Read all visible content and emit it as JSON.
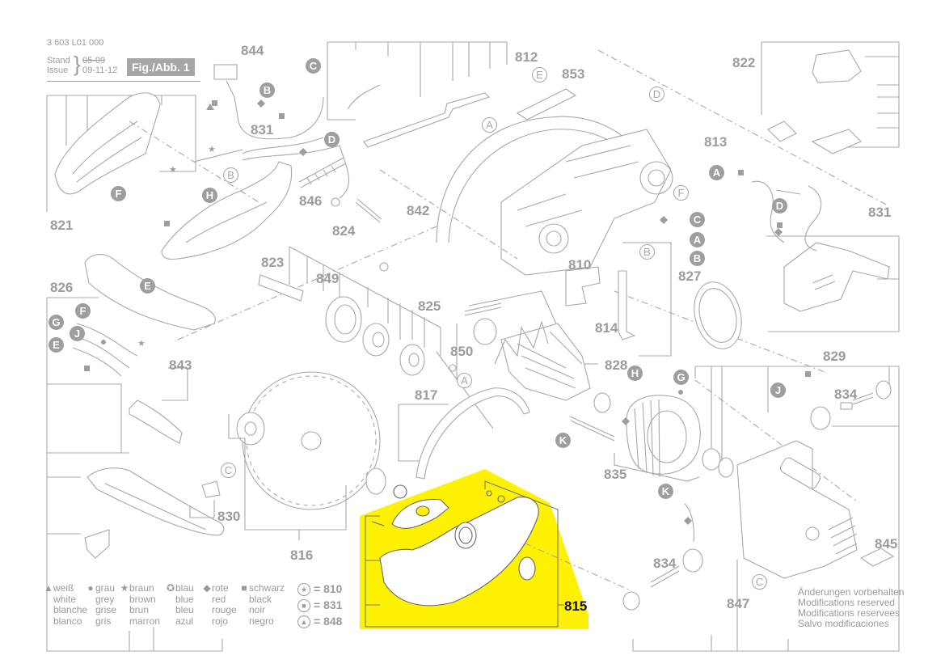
{
  "header": {
    "document_code": "3 603 L01 000",
    "stand_label": "Stand",
    "issue_label": "Issue",
    "stand_date_old": "05-09",
    "issue_date": "09-11-12",
    "figure_label": "Fig./Abb. 1"
  },
  "highlight": {
    "part_number": "815",
    "color": "#fff200"
  },
  "part_labels": [
    {
      "id": "844",
      "text": "844"
    },
    {
      "id": "812",
      "text": "812"
    },
    {
      "id": "853",
      "text": "853"
    },
    {
      "id": "822",
      "text": "822"
    },
    {
      "id": "831a",
      "text": "831"
    },
    {
      "id": "813",
      "text": "813"
    },
    {
      "id": "846",
      "text": "846"
    },
    {
      "id": "842",
      "text": "842"
    },
    {
      "id": "821",
      "text": "821"
    },
    {
      "id": "824",
      "text": "824"
    },
    {
      "id": "831b",
      "text": "831"
    },
    {
      "id": "823",
      "text": "823"
    },
    {
      "id": "849",
      "text": "849"
    },
    {
      "id": "810",
      "text": "810"
    },
    {
      "id": "827",
      "text": "827"
    },
    {
      "id": "826",
      "text": "826"
    },
    {
      "id": "825",
      "text": "825"
    },
    {
      "id": "814",
      "text": "814"
    },
    {
      "id": "850",
      "text": "850"
    },
    {
      "id": "843",
      "text": "843"
    },
    {
      "id": "828",
      "text": "828"
    },
    {
      "id": "829",
      "text": "829"
    },
    {
      "id": "817",
      "text": "817"
    },
    {
      "id": "834a",
      "text": "834"
    },
    {
      "id": "835",
      "text": "835"
    },
    {
      "id": "830",
      "text": "830"
    },
    {
      "id": "816",
      "text": "816"
    },
    {
      "id": "845",
      "text": "845"
    },
    {
      "id": "834b",
      "text": "834"
    },
    {
      "id": "847",
      "text": "847"
    },
    {
      "id": "815",
      "text": "815"
    }
  ],
  "connector_callouts": [
    {
      "letter": "C",
      "style": "filled"
    },
    {
      "letter": "B",
      "style": "filled"
    },
    {
      "letter": "D",
      "style": "filled"
    },
    {
      "letter": "E",
      "style": "outline"
    },
    {
      "letter": "D",
      "style": "outline"
    },
    {
      "letter": "A",
      "style": "outline"
    },
    {
      "letter": "F",
      "style": "filled"
    },
    {
      "letter": "H",
      "style": "filled"
    },
    {
      "letter": "B",
      "style": "outline"
    },
    {
      "letter": "A",
      "style": "filled"
    },
    {
      "letter": "D",
      "style": "filled"
    },
    {
      "letter": "C",
      "style": "filled"
    },
    {
      "letter": "A",
      "style": "filled"
    },
    {
      "letter": "B",
      "style": "filled"
    },
    {
      "letter": "F",
      "style": "outline"
    },
    {
      "letter": "B",
      "style": "outline"
    },
    {
      "letter": "E",
      "style": "filled"
    },
    {
      "letter": "F",
      "style": "filled"
    },
    {
      "letter": "G",
      "style": "filled"
    },
    {
      "letter": "J",
      "style": "filled"
    },
    {
      "letter": "E",
      "style": "filled"
    },
    {
      "letter": "A",
      "style": "outline"
    },
    {
      "letter": "H",
      "style": "filled"
    },
    {
      "letter": "G",
      "style": "filled"
    },
    {
      "letter": "J",
      "style": "filled"
    },
    {
      "letter": "K",
      "style": "filled"
    },
    {
      "letter": "C",
      "style": "outline"
    },
    {
      "letter": "K",
      "style": "filled"
    },
    {
      "letter": "C",
      "style": "outline"
    }
  ],
  "legend": {
    "columns": [
      {
        "symbol": "▲",
        "icon": "triangle-icon",
        "lines": [
          "weiß",
          "white",
          "blanche",
          "blanco"
        ]
      },
      {
        "symbol": "●",
        "icon": "circle-icon",
        "lines": [
          "grau",
          "grey",
          "grise",
          "gris"
        ]
      },
      {
        "symbol": "★",
        "icon": "star-icon",
        "lines": [
          "braun",
          "brown",
          "brun",
          "marron"
        ]
      },
      {
        "symbol": "✪",
        "icon": "circled-star-icon",
        "lines": [
          "blau",
          "blue",
          "bleu",
          "azul"
        ]
      },
      {
        "symbol": "◆",
        "icon": "diamond-icon",
        "lines": [
          "rote",
          "red",
          "rouge",
          "rojo"
        ]
      },
      {
        "symbol": "■",
        "icon": "square-icon",
        "lines": [
          "schwarz",
          "black",
          "noir",
          "negro"
        ]
      }
    ],
    "kits": [
      {
        "symbol": "★",
        "icon": "circled-star-icon",
        "text": "= 810"
      },
      {
        "symbol": "■",
        "icon": "circled-square-icon",
        "text": "= 831"
      },
      {
        "symbol": "▲",
        "icon": "circled-triangle-icon",
        "text": "= 848"
      }
    ]
  },
  "notice": {
    "lines": [
      "Änderungen vorbehalten",
      "Modifications reserved",
      "Modifications reservees",
      "Salvo modificaciones"
    ]
  }
}
